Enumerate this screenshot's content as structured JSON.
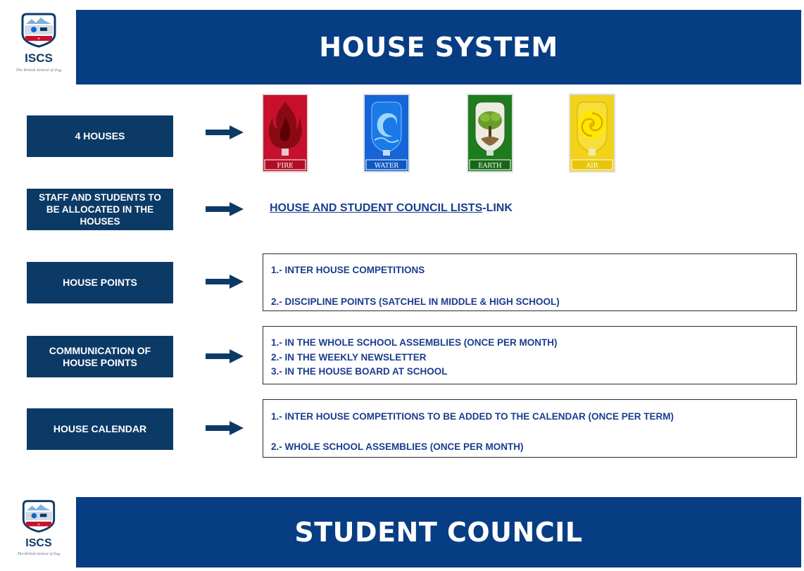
{
  "logo": {
    "text": "ISCS",
    "tagline": "The British School of Zug"
  },
  "house_system": {
    "title": "HOUSE SYSTEM",
    "rows": [
      {
        "label": "4 HOUSES"
      },
      {
        "label": "STAFF AND STUDENTS TO BE ALLOCATED IN THE HOUSES",
        "link_text": "HOUSE AND STUDENT COUNCIL LISTS",
        "link_suffix": "-LINK"
      },
      {
        "label": "HOUSE POINTS",
        "items": [
          "1.- INTER HOUSE COMPETITIONS",
          "2.- DISCIPLINE POINTS (SATCHEL IN MIDDLE & HIGH SCHOOL)"
        ]
      },
      {
        "label": "COMMUNICATION OF HOUSE POINTS",
        "items": [
          "1.- IN THE WHOLE SCHOOL ASSEMBLIES (ONCE PER MONTH)",
          "2.- IN THE WEEKLY NEWSLETTER",
          "3.- IN THE HOUSE BOARD AT SCHOOL"
        ]
      },
      {
        "label": "HOUSE CALENDAR",
        "items": [
          "1.- INTER HOUSE COMPETITIONS TO BE ADDED TO THE CALENDAR (ONCE PER TERM)",
          "2.- WHOLE SCHOOL ASSEMBLIES (ONCE PER MONTH)"
        ]
      }
    ],
    "houses": [
      {
        "name": "FIRE",
        "color": "#c8102e",
        "icon": "fire-icon"
      },
      {
        "name": "WATER",
        "color": "#1565d8",
        "icon": "water-wave-icon"
      },
      {
        "name": "EARTH",
        "color": "#1e7b1e",
        "icon": "tree-icon"
      },
      {
        "name": "AIR",
        "color": "#f2d21b",
        "icon": "sun-spiral-icon"
      }
    ]
  },
  "student_council": {
    "title": "STUDENT COUNCIL"
  },
  "colors": {
    "header": "#073d83",
    "label_box": "#0c3a66",
    "text_blue": "#1a3d8e"
  }
}
